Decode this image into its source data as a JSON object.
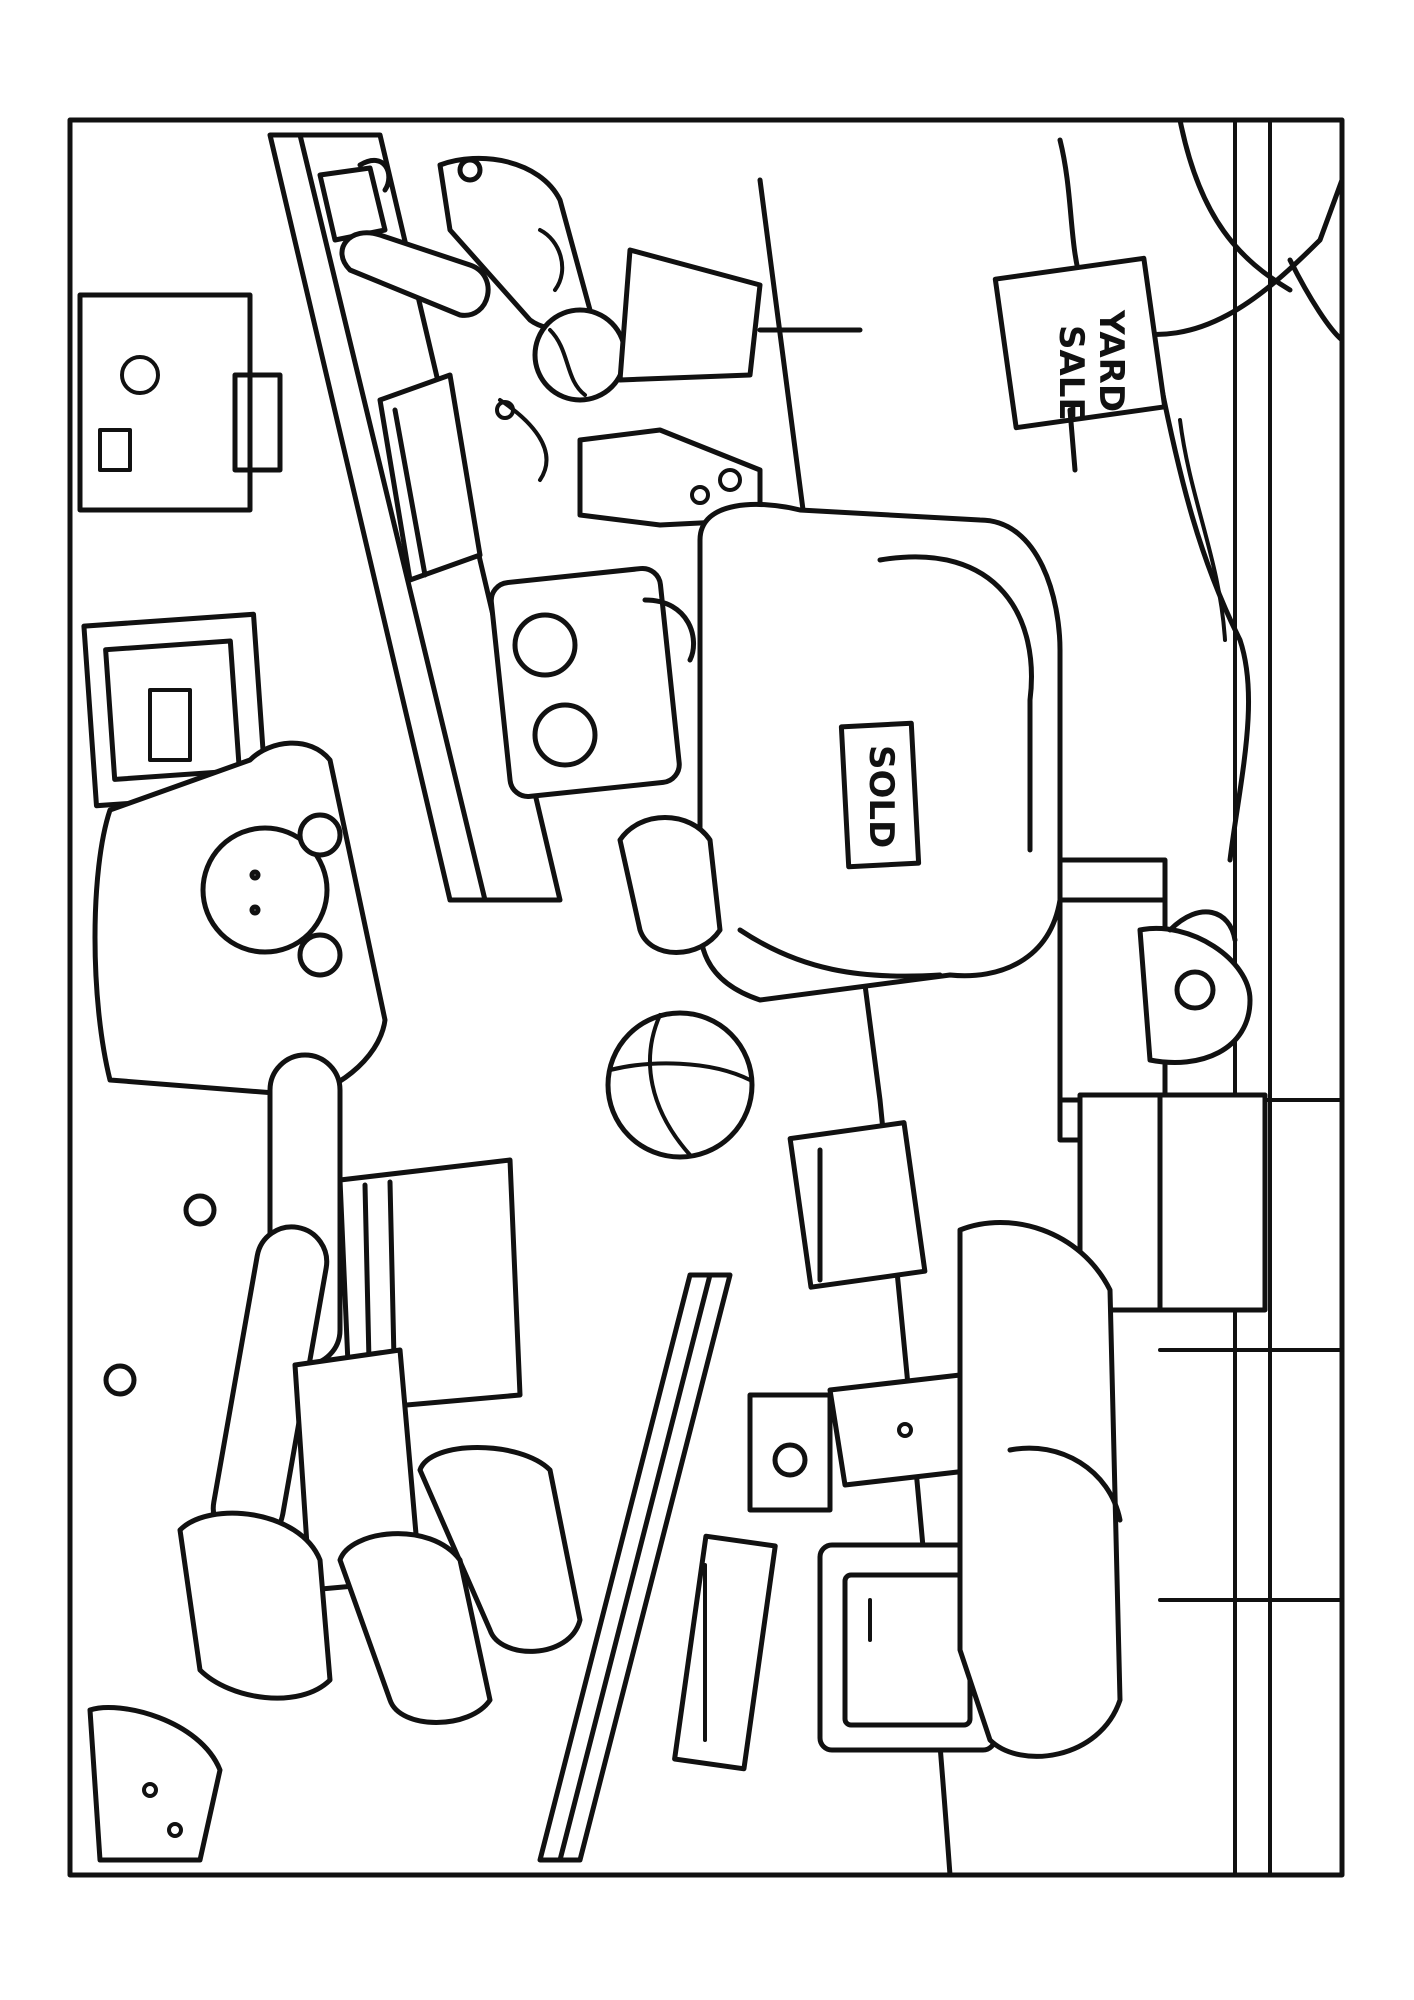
{
  "scene": {
    "yard_sale_sign": {
      "line1": "YARD",
      "line2": "SALE"
    },
    "sold_tag": {
      "label": "SOLD"
    }
  },
  "colors": {
    "ink": "#111111",
    "paper": "#ffffff"
  }
}
